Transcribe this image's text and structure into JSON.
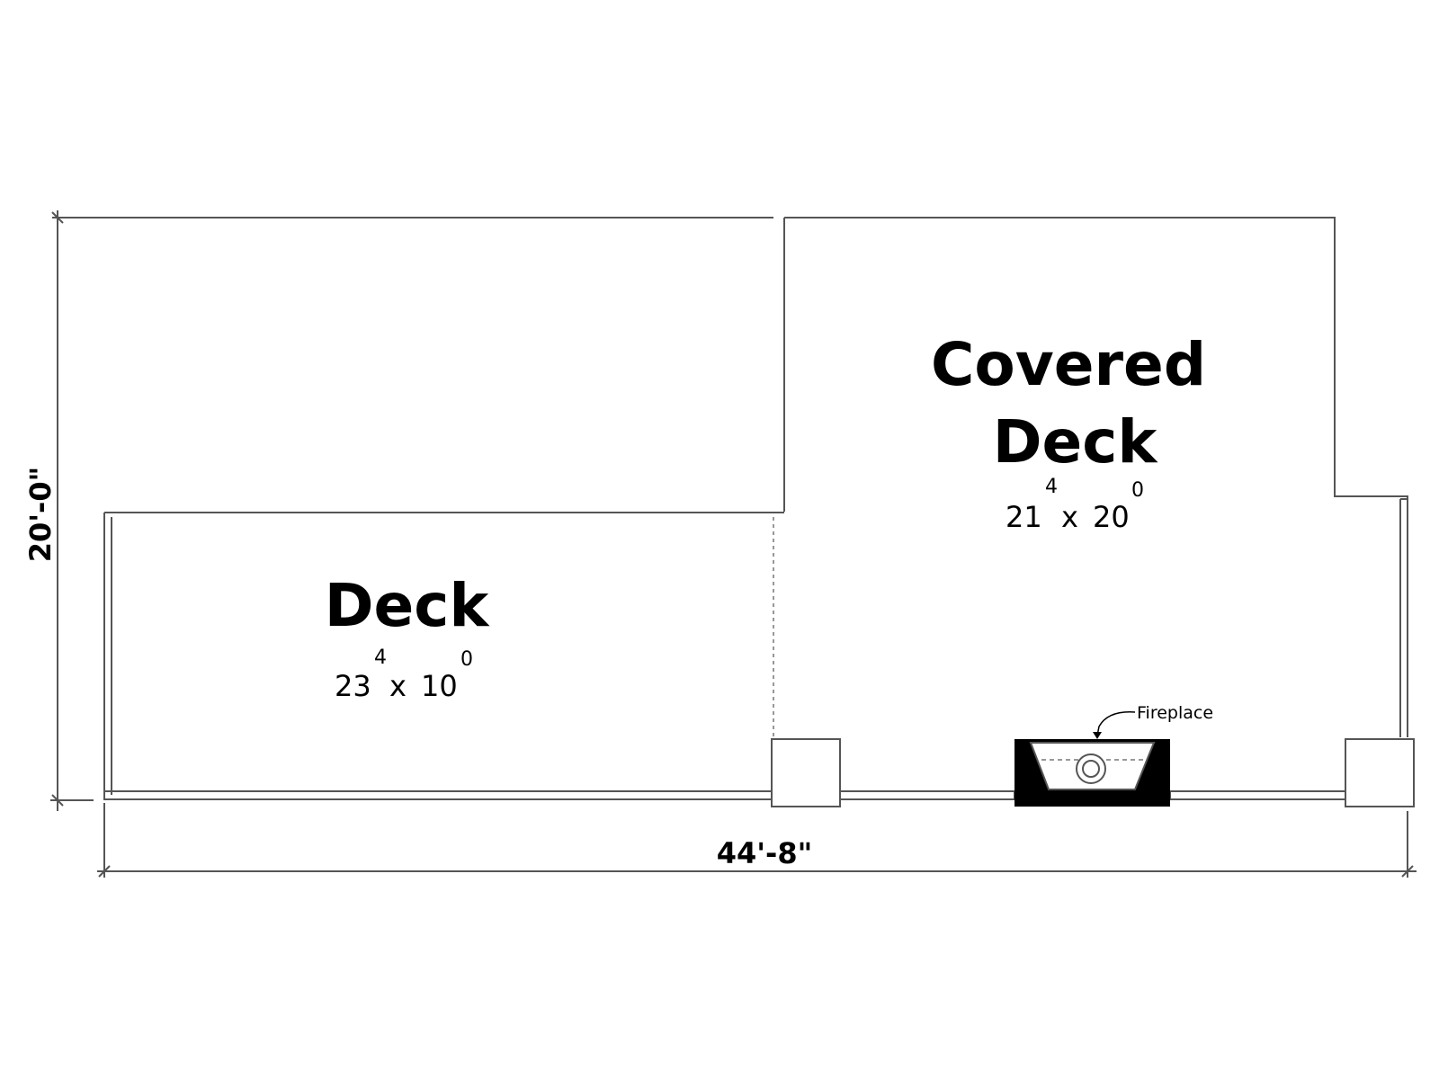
{
  "rooms": {
    "covered_deck": {
      "title_line1": "Covered",
      "title_line2": "Deck",
      "width_ft": "21",
      "width_in": "4",
      "sep": "x",
      "depth_ft": "20",
      "depth_in": "0"
    },
    "deck": {
      "title": "Deck",
      "width_ft": "23",
      "width_in": "4",
      "sep": "x",
      "depth_ft": "10",
      "depth_in": "0"
    }
  },
  "dimensions": {
    "overall_width": "44'-8\"",
    "overall_depth": "20'-0\""
  },
  "callouts": {
    "fireplace": "Fireplace"
  },
  "colors": {
    "line": "#555555",
    "ink": "#000000",
    "fill": "#ffffff"
  }
}
